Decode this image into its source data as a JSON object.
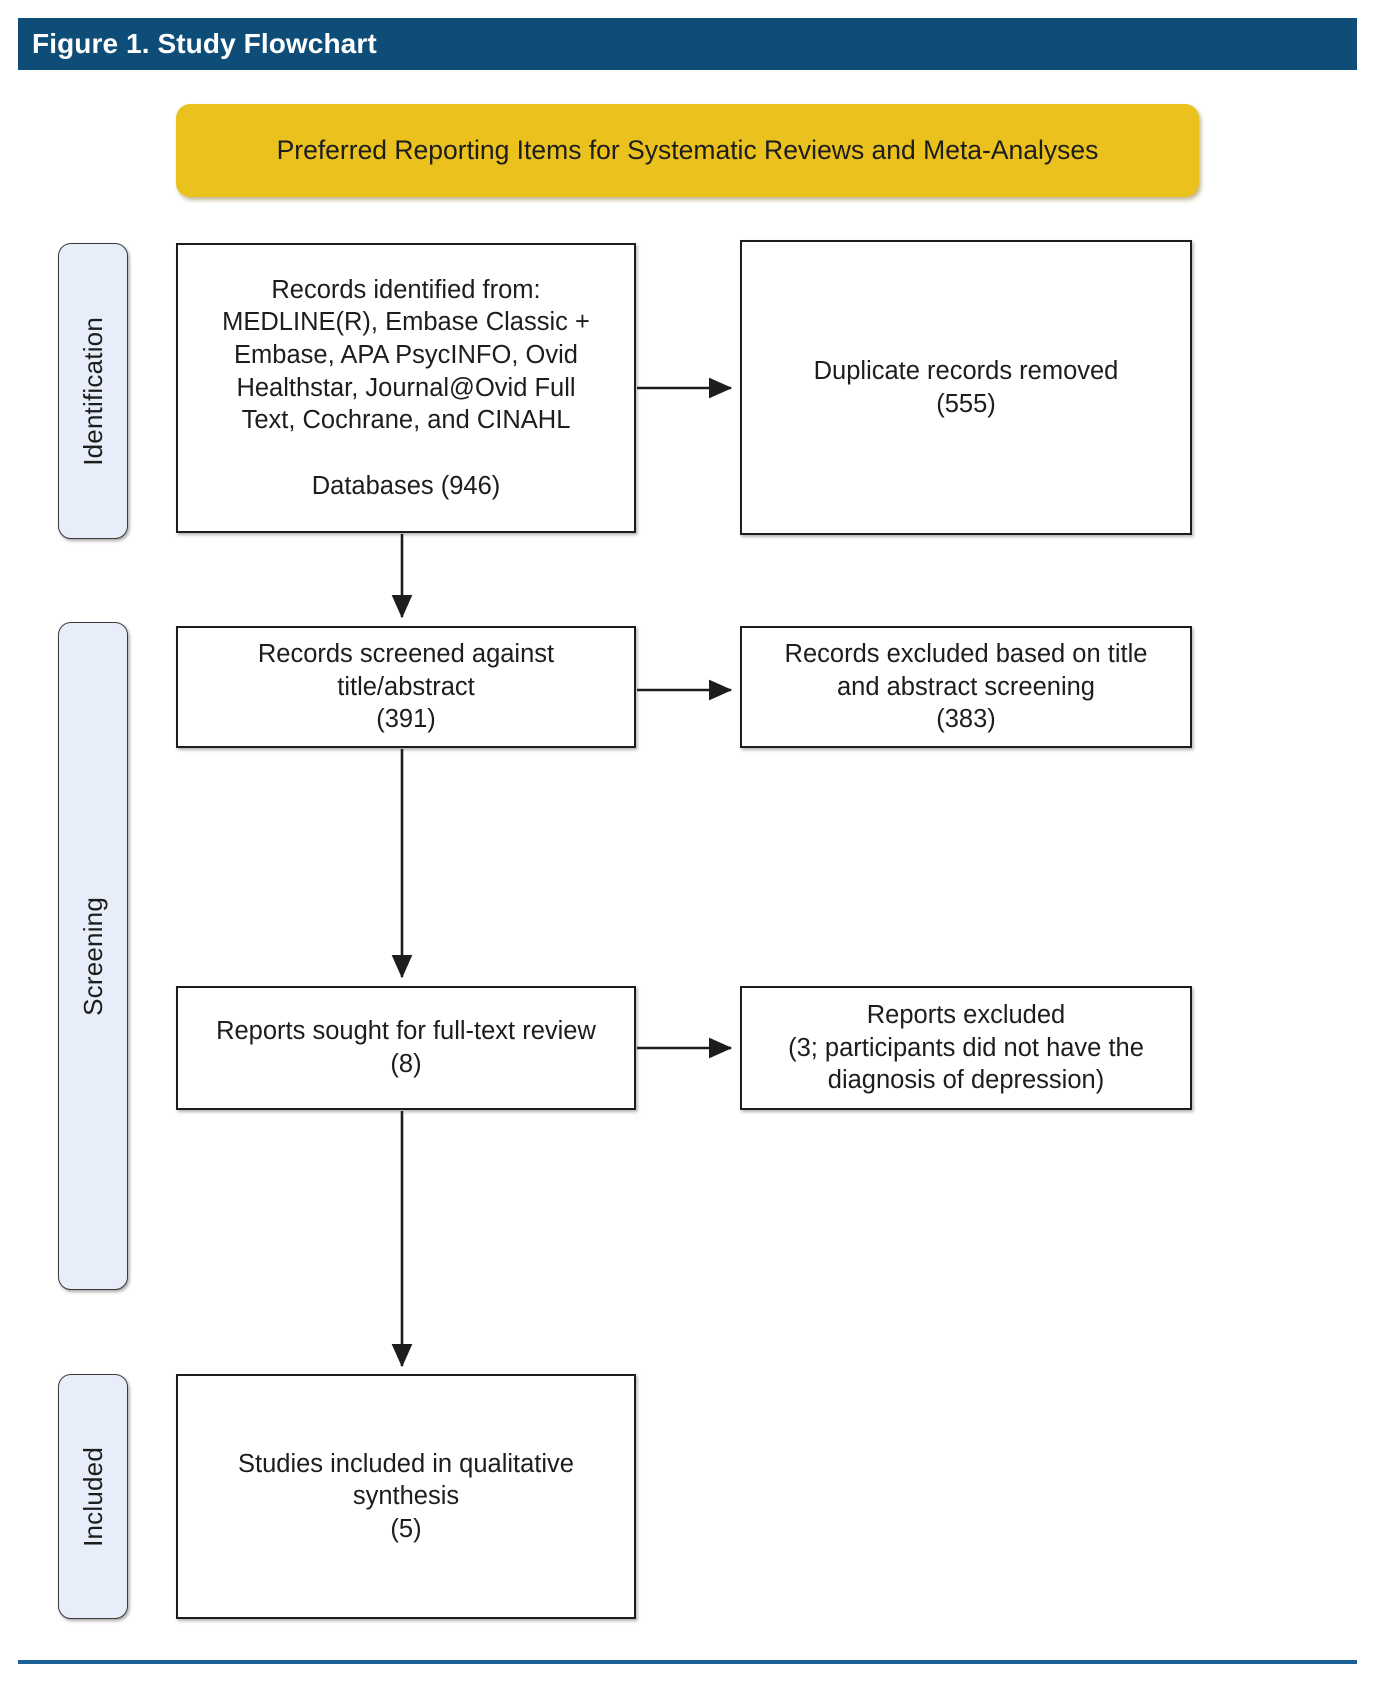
{
  "header": {
    "title": "Figure 1. Study Flowchart",
    "bar_color": "#0e4d78"
  },
  "banner": {
    "text": "Preferred Reporting Items for Systematic Reviews and Meta-Analyses",
    "fill_color": "#eac11d"
  },
  "stages": [
    {
      "id": "identification",
      "label": "Identification"
    },
    {
      "id": "screening",
      "label": "Screening"
    },
    {
      "id": "included",
      "label": "Included"
    }
  ],
  "boxes": {
    "identified": {
      "text": "Records identified from:\nMEDLINE(R), Embase Classic +\nEmbase, APA PsycINFO, Ovid\nHealthstar, Journal@Ovid Full\nText, Cochrane, and CINAHL\n\nDatabases (946)",
      "count": 946
    },
    "duplicates": {
      "text": "Duplicate records removed\n(555)",
      "count": 555
    },
    "screened": {
      "text": "Records screened against\ntitle/abstract\n(391)",
      "count": 391
    },
    "excluded_title_abstract": {
      "text": "Records excluded based on title\nand abstract screening\n(383)",
      "count": 383
    },
    "full_text": {
      "text": "Reports sought for full-text review\n(8)",
      "count": 8
    },
    "excluded_full_text": {
      "text": "Reports excluded\n(3; participants did not have the\ndiagnosis of depression)",
      "count": 3
    },
    "included": {
      "text": "Studies included in qualitative\nsynthesis\n(5)",
      "count": 5
    }
  },
  "footer": {
    "rule_color": "#1a6296"
  },
  "chart_data": {
    "type": "diagram",
    "title": "Figure 1. Study Flowchart",
    "subtitle": "Preferred Reporting Items for Systematic Reviews and Meta-Analyses",
    "nodes": [
      {
        "id": "identified",
        "stage": "Identification",
        "label": "Records identified from databases",
        "value": 946
      },
      {
        "id": "duplicates",
        "stage": "Identification",
        "label": "Duplicate records removed",
        "value": 555
      },
      {
        "id": "screened",
        "stage": "Screening",
        "label": "Records screened against title/abstract",
        "value": 391
      },
      {
        "id": "excluded_title_abstract",
        "stage": "Screening",
        "label": "Records excluded based on title and abstract screening",
        "value": 383
      },
      {
        "id": "full_text",
        "stage": "Screening",
        "label": "Reports sought for full-text review",
        "value": 8
      },
      {
        "id": "excluded_full_text",
        "stage": "Screening",
        "label": "Reports excluded (participants did not have the diagnosis of depression)",
        "value": 3
      },
      {
        "id": "included",
        "stage": "Included",
        "label": "Studies included in qualitative synthesis",
        "value": 5
      }
    ],
    "edges": [
      {
        "from": "identified",
        "to": "duplicates",
        "direction": "right"
      },
      {
        "from": "identified",
        "to": "screened",
        "direction": "down"
      },
      {
        "from": "screened",
        "to": "excluded_title_abstract",
        "direction": "right"
      },
      {
        "from": "screened",
        "to": "full_text",
        "direction": "down"
      },
      {
        "from": "full_text",
        "to": "excluded_full_text",
        "direction": "right"
      },
      {
        "from": "full_text",
        "to": "included",
        "direction": "down"
      }
    ]
  }
}
